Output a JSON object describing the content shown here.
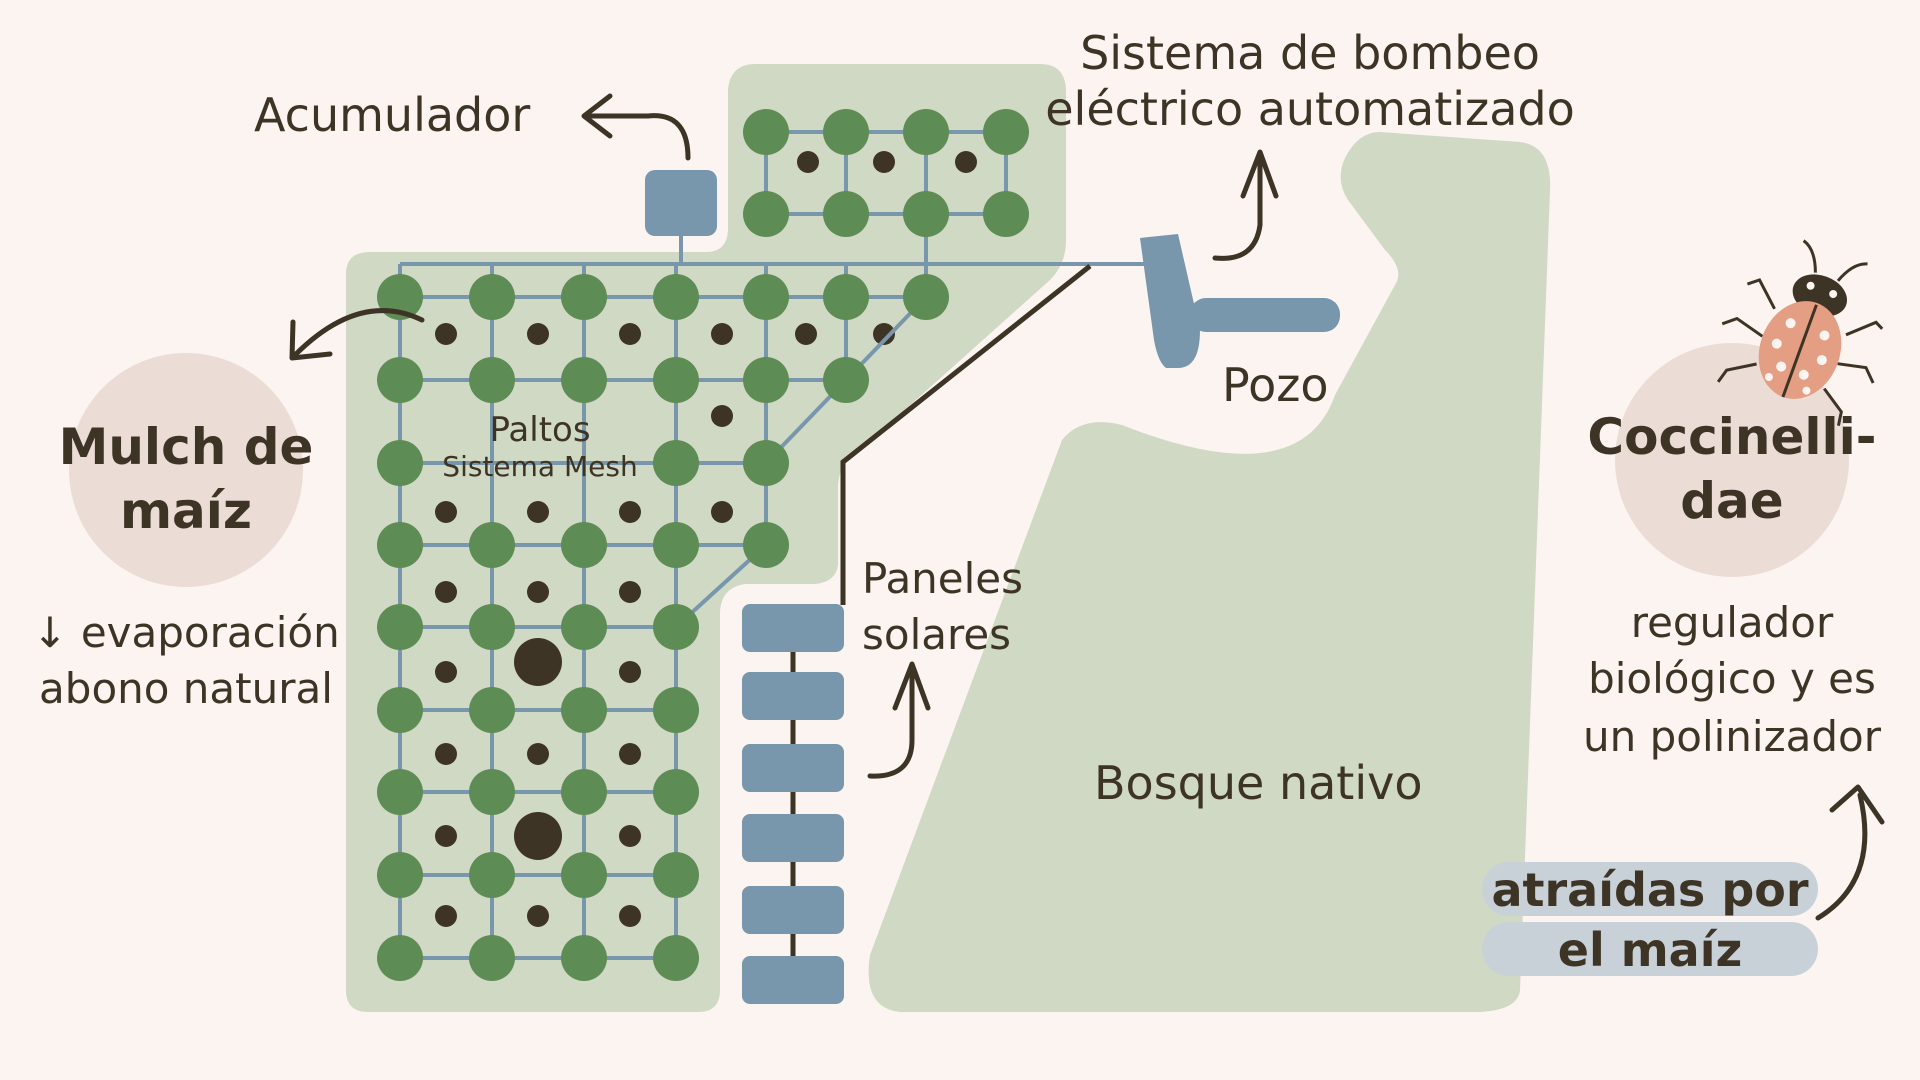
{
  "colors": {
    "background": "#fcf4f0",
    "zone_green": "#d0d9c4",
    "tree": "#5e8c55",
    "pipe": "#7897ac",
    "equipment": "#7897ac",
    "dot": "#3d3426",
    "circle_pink": "#ecdcd6",
    "pill": "#c9d1d8",
    "ladybug": "#e49e84"
  },
  "labels": {
    "acumulador": "Acumulador",
    "bombeo_line1": "Sistema de bombeo",
    "bombeo_line2": "eléctrico automatizado",
    "pozo": "Pozo",
    "paltos": "Paltos",
    "sistema_mesh": "Sistema Mesh",
    "paneles_line1": "Paneles",
    "paneles_line2": "solares",
    "bosque": "Bosque nativo"
  },
  "mulch": {
    "title_line1": "Mulch de",
    "title_line2": "maíz",
    "desc_line1": "↓ evaporación",
    "desc_line2": "abono natural"
  },
  "coccinellidae": {
    "title_line1": "Coccinelli-",
    "title_line2": "dae",
    "desc_line1": "regulador",
    "desc_line2": "biológico y es",
    "desc_line3": "un polinizador",
    "tag_line1": "atraídas por",
    "tag_line2": "el maíz"
  },
  "icons": [
    "ladybug-icon",
    "arrow-icon",
    "solar-panel-icon",
    "well-icon",
    "accumulator-icon"
  ]
}
